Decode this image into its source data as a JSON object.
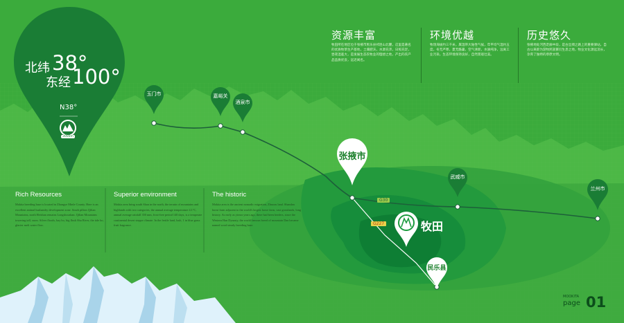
{
  "coordinates": {
    "lat_prefix": "北纬",
    "lat_value": "38°",
    "lon_prefix": "东经",
    "lon_value": "100°",
    "badge_lat": "N38°",
    "badge_elevation": "3000m"
  },
  "sections": {
    "resources": {
      "title": "资源丰富",
      "body": "牧田所在地区位于张掖市民乐县祁连山北麓，这里是著名的优质牧草生产基地，土壤肥沃，水源充沛，日照充足，昼夜温差大，是发展生态农牧业的理想之地，产出的农产品品质优良，远近闻名。"
    },
    "environment": {
      "title": "环境优越",
      "body": "牧场海拔约三千米，属温带大陆性气候，年平均气温约五度，冬无严寒，夏无酷暑，空气清新，水质纯净，远离工业污染，生态环境保持良好，自然景观壮美。"
    },
    "history": {
      "title": "历史悠久",
      "body": "张掖地处河西走廊中段，是古丝绸之路上的重要驿站，自古以来即为游牧民族繁衍生息之地，牧业文化源远流长，孕育了独特的草原文明。"
    }
  },
  "english": {
    "rich": {
      "title": "Rich Resources",
      "body": "Mokita breeding base is located in Zhangye Minle County. Here is an excellent animal husbandry development zone. South pillars Qilian Mountains, north Heishan remains Longshoushan. Qilian Mountains towering tall, snow. Silver floods, bay ho, big flush Shu River, the tide ho, glacier melt water flow."
    },
    "superior": {
      "title": "Superior environment",
      "body": "Mokita area bring south Shan in the north, the terrain of mountains and highlands with two categories, the annual average temperature 4.1°C, annual average rainfall 350 mm, frost-free period 140 days, is a temperate continental desert steppe climate. In the fertile land, lush, 1 in blue grass fruit fragrance."
    },
    "historic": {
      "title": "The historic",
      "body": "Mokita area is the ancient nomadic migration, Zhuozu land. Shandan horse farm adjacent to the world's largest horse farm, vast grasslands, long history. As early as yirnor years ago, there had been herders, since the Western Han Dynasty, the world famous breed of mountain Dan became named word steady breeding base."
    }
  },
  "cities": {
    "yumen": "玉门市",
    "jiayuguan": "嘉峪关",
    "jiuquan": "酒泉市",
    "zhangye": "张掖市",
    "wuwei": "武威市",
    "lanzhou": "兰州市",
    "minle": "民乐县",
    "mutian": "牧田"
  },
  "roads": {
    "g30": "G30",
    "g227": "G227"
  },
  "footer": {
    "brand": "MOOKITA",
    "page_word": "page",
    "page_number": "01"
  },
  "colors": {
    "background": "#3bab3c",
    "dark_pin": "#1a7d35",
    "white": "#ffffff",
    "route": "#1d5f3a"
  }
}
